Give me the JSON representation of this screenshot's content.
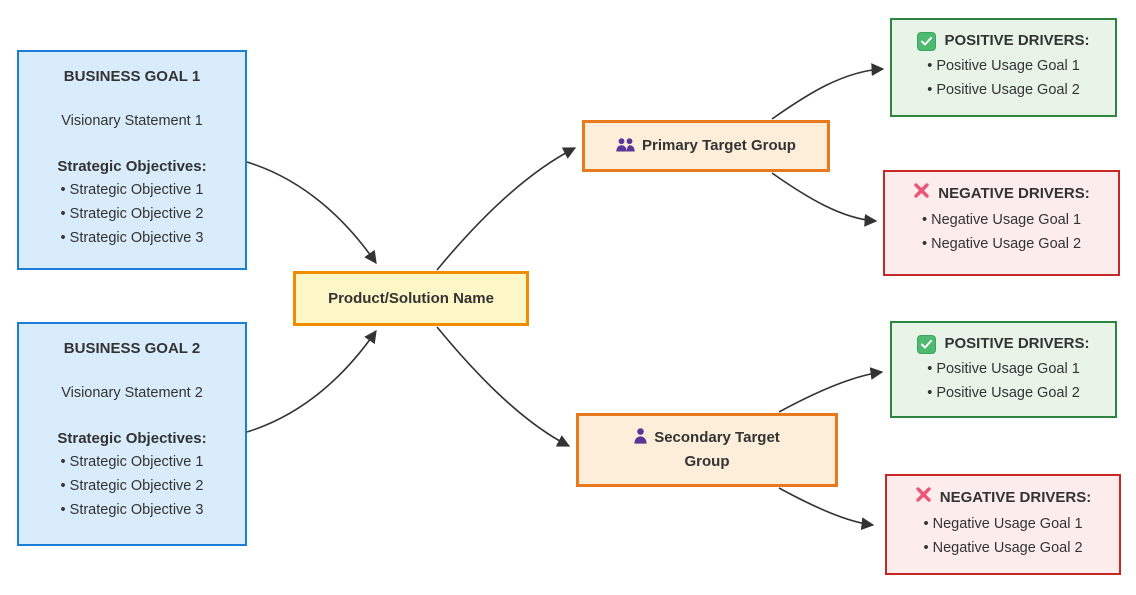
{
  "diagram": {
    "title": "Business goals to product to target groups to usage drivers map",
    "nodes": {
      "business_goal_1": {
        "title": "BUSINESS GOAL 1",
        "statement": "Visionary Statement 1",
        "objectives_label": "Strategic Objectives:",
        "bullets": [
          "Strategic Objective 1",
          "Strategic Objective 2",
          "Strategic Objective 3"
        ]
      },
      "business_goal_2": {
        "title": "BUSINESS GOAL 2",
        "statement": "Visionary Statement 2",
        "objectives_label": "Strategic Objectives:",
        "bullets": [
          "Strategic Objective 1",
          "Strategic Objective 2",
          "Strategic Objective 3"
        ]
      },
      "product": {
        "label": "Product/Solution Name"
      },
      "primary_target": {
        "label": "Primary Target Group",
        "icon": "users-icon"
      },
      "secondary_target": {
        "label": "Secondary Target Group",
        "icon": "user-icon"
      },
      "primary_positive": {
        "title": "POSITIVE DRIVERS:",
        "icon": "check-icon",
        "bullets": [
          "Positive Usage Goal 1",
          "Positive Usage Goal 2"
        ]
      },
      "primary_negative": {
        "title": "NEGATIVE DRIVERS:",
        "icon": "cross-icon",
        "bullets": [
          "Negative Usage Goal 1",
          "Negative Usage Goal 2"
        ]
      },
      "secondary_positive": {
        "title": "POSITIVE DRIVERS:",
        "icon": "check-icon",
        "bullets": [
          "Positive Usage Goal 1",
          "Positive Usage Goal 2"
        ]
      },
      "secondary_negative": {
        "title": "NEGATIVE DRIVERS:",
        "icon": "cross-icon",
        "bullets": [
          "Negative Usage Goal 1",
          "Negative Usage Goal 2"
        ]
      }
    },
    "edges": [
      {
        "from": "business-goal-1",
        "to": "product"
      },
      {
        "from": "business-goal-2",
        "to": "product"
      },
      {
        "from": "product",
        "to": "primary-target-group"
      },
      {
        "from": "product",
        "to": "secondary-target-group"
      },
      {
        "from": "primary-target-group",
        "to": "primary-positive-drivers"
      },
      {
        "from": "primary-target-group",
        "to": "primary-negative-drivers"
      },
      {
        "from": "secondary-target-group",
        "to": "secondary-positive-drivers"
      },
      {
        "from": "secondary-target-group",
        "to": "secondary-negative-drivers"
      }
    ],
    "colors": {
      "goal_fill": "#d9ecfb",
      "goal_border": "#1c7ed6",
      "product_fill": "#fdf6c6",
      "product_border": "#f08c00",
      "target_fill": "#fdeeda",
      "target_border": "#e8791d",
      "positive_fill": "#e9f4e9",
      "positive_border": "#2e8540",
      "negative_fill": "#fdecec",
      "negative_border": "#c62828",
      "edge_line": "#333333",
      "text": "#333333",
      "person_icon": "#5b3597",
      "check_icon": "#4dba70",
      "cross_icon": "#ee5577"
    }
  }
}
